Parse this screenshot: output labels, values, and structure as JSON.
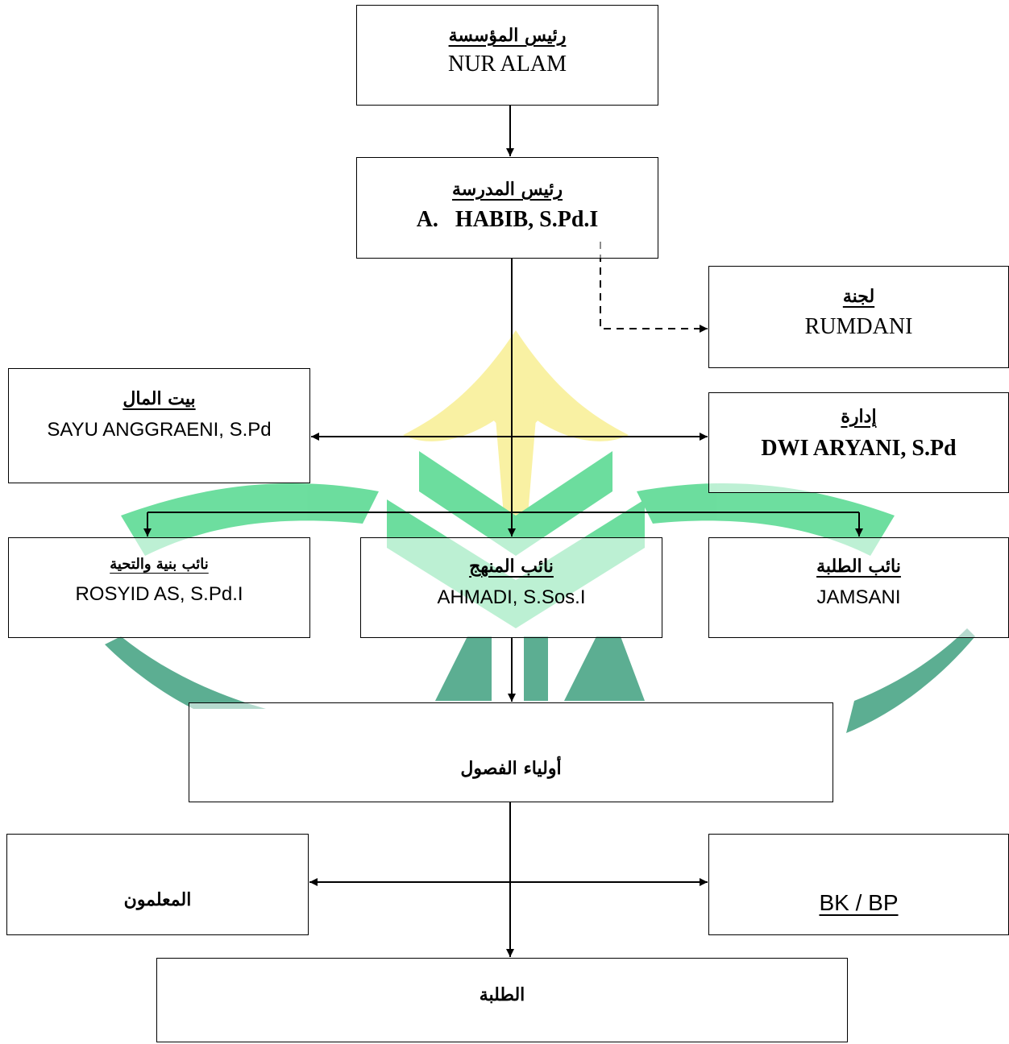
{
  "diagram": {
    "foundation_head": {
      "title": "رئيس المؤسسة",
      "name": "NUR ALAM"
    },
    "principal": {
      "title": "رئيس المدرسة",
      "name": "A.   HABIB, S.Pd.I"
    },
    "committee": {
      "title": "لجنة",
      "name": "RUMDANI"
    },
    "treasurer": {
      "title": "بيت المال",
      "name": "SAYU ANGGRAENI, S.Pd"
    },
    "administration": {
      "title": "إدارة",
      "name": "DWI ARYANI, S.Pd"
    },
    "vice_facilities": {
      "title": "نائب بنية والتحية",
      "name": "ROSYID AS, S.Pd.I"
    },
    "vice_curriculum": {
      "title": "نائب المنهج",
      "name": "AHMADI, S.Sos.I"
    },
    "vice_students": {
      "title": "نائب الطلبة",
      "name": "JAMSANI"
    },
    "homeroom_teachers": {
      "title": "أولياء الفصول"
    },
    "teachers": {
      "title": "المعلمون"
    },
    "counseling": {
      "title": "BK / BP"
    },
    "students": {
      "title": "الطلبة"
    }
  },
  "colors": {
    "watermark_yellow": "#f9ef93",
    "watermark_green": "#53d88e",
    "watermark_teal": "#40a07f",
    "lines": "#000000"
  }
}
